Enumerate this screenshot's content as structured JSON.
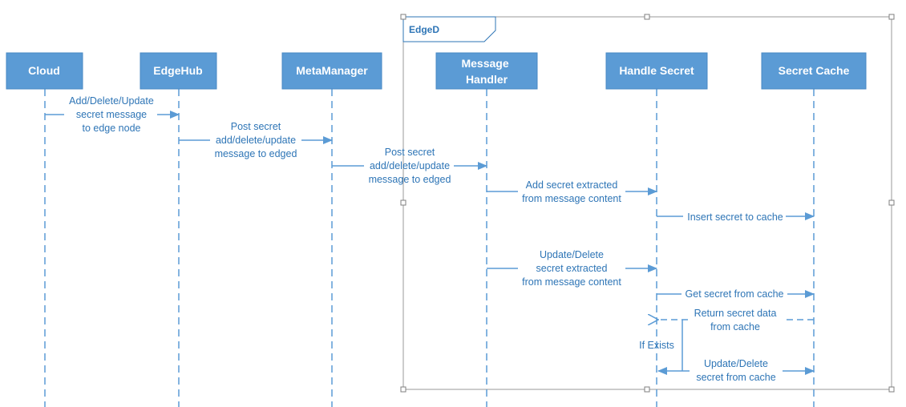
{
  "frame": {
    "label": "EdgeD"
  },
  "lifelines": [
    {
      "id": "cloud",
      "label": "Cloud"
    },
    {
      "id": "edgehub",
      "label": "EdgeHub"
    },
    {
      "id": "metamanager",
      "label": "MetaManager"
    },
    {
      "id": "message_handler",
      "label": "Message Handler"
    },
    {
      "id": "handle_secret",
      "label": "Handle Secret"
    },
    {
      "id": "secret_cache",
      "label": "Secret Cache"
    }
  ],
  "messages": [
    {
      "from": "cloud",
      "to": "edgehub",
      "label": "Add/Delete/Update secret message to edge node",
      "style": "solid"
    },
    {
      "from": "edgehub",
      "to": "metamanager",
      "label": "Post secret add/delete/update message to edged",
      "style": "solid"
    },
    {
      "from": "metamanager",
      "to": "message_handler",
      "label": "Post secret add/delete/update message to edged",
      "style": "solid"
    },
    {
      "from": "message_handler",
      "to": "handle_secret",
      "label": "Add secret extracted from message content",
      "style": "solid"
    },
    {
      "from": "handle_secret",
      "to": "secret_cache",
      "label": "Insert secret to cache",
      "style": "solid"
    },
    {
      "from": "message_handler",
      "to": "handle_secret",
      "label": "Update/Delete secret extracted from message content",
      "style": "solid"
    },
    {
      "from": "handle_secret",
      "to": "secret_cache",
      "label": "Get secret from cache",
      "style": "solid"
    },
    {
      "from": "secret_cache",
      "to": "handle_secret",
      "label": "Return secret data from cache",
      "style": "dashed"
    },
    {
      "from": "handle_secret",
      "to": "secret_cache",
      "label": "Update/Delete secret from cache",
      "style": "solid",
      "bidirectional": true
    }
  ],
  "condition": {
    "label": "If Exists"
  }
}
